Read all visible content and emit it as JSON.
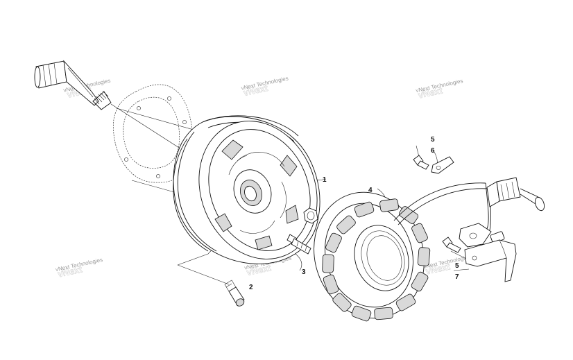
{
  "diagram": {
    "callouts": [
      "1",
      "2",
      "3",
      "4",
      "5",
      "6",
      "5",
      "7"
    ],
    "watermark_text": "vNext Technologies"
  },
  "colors": {
    "ink": "#111111",
    "watermark": "#9a9a9a",
    "background": "#ffffff"
  }
}
